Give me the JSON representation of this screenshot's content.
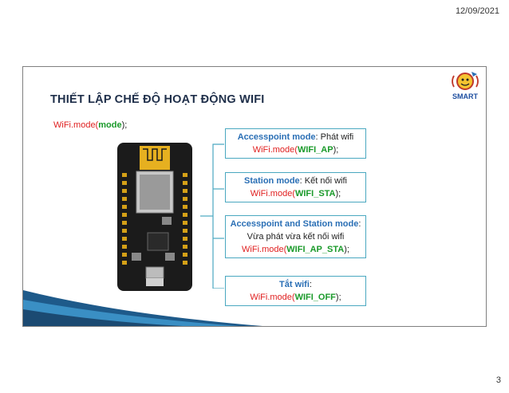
{
  "header": {
    "date": "12/09/2021"
  },
  "footer": {
    "page_number": "3"
  },
  "slide": {
    "title": "THIẾT LẬP CHẾ ĐỘ HOẠT ĐỘNG WIFI",
    "call": {
      "func": "WiFi.mode(",
      "arg": "mode",
      "end": ");"
    },
    "logo_text": "SMART",
    "modes": [
      {
        "name": "Accesspoint mode",
        "colon": ":",
        "desc": " Phát wifi",
        "code_prefix": "WiFi.mode(",
        "code_arg": "WIFI_AP",
        "code_suffix": ");"
      },
      {
        "name": "Station mode",
        "colon": ":",
        "desc": " Kết nối wifi",
        "code_prefix": "WiFi.mode(",
        "code_arg": "WIFI_STA",
        "code_suffix": ");"
      },
      {
        "name": "Accesspoint and Station mode",
        "colon": ":",
        "desc": "Vừa phát vừa kết nối wifi",
        "code_prefix": "WiFi.mode(",
        "code_arg": "WIFI_AP_STA",
        "code_suffix": ");"
      },
      {
        "name": "Tắt wifi",
        "colon": ":",
        "desc": "",
        "code_prefix": "WiFi.mode(",
        "code_arg": "WIFI_OFF",
        "code_suffix": ");"
      }
    ],
    "colors": {
      "title": "#1f2f4a",
      "func": "#e02020",
      "arg": "#1a9a2a",
      "mode_name": "#2a6fb5",
      "box_border": "#4aa8c0"
    }
  }
}
